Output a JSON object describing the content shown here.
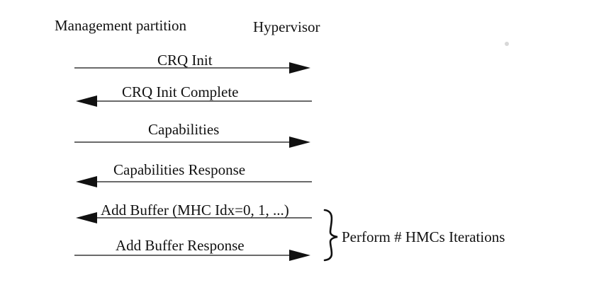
{
  "participants": {
    "left": "Management partition",
    "right": "Hypervisor"
  },
  "messages": [
    {
      "label": "CRQ Init",
      "direction": "right"
    },
    {
      "label": "CRQ Init Complete",
      "direction": "left"
    },
    {
      "label": "Capabilities",
      "direction": "right"
    },
    {
      "label": "Capabilities Response",
      "direction": "left"
    },
    {
      "label": "Add Buffer (MHC Idx=0, 1, ...)",
      "direction": "left"
    },
    {
      "label": "Add Buffer Response",
      "direction": "right"
    }
  ],
  "loop_annotation": "Perform # HMCs Iterations",
  "colors": {
    "stroke": "#111111",
    "background": "#ffffff"
  }
}
